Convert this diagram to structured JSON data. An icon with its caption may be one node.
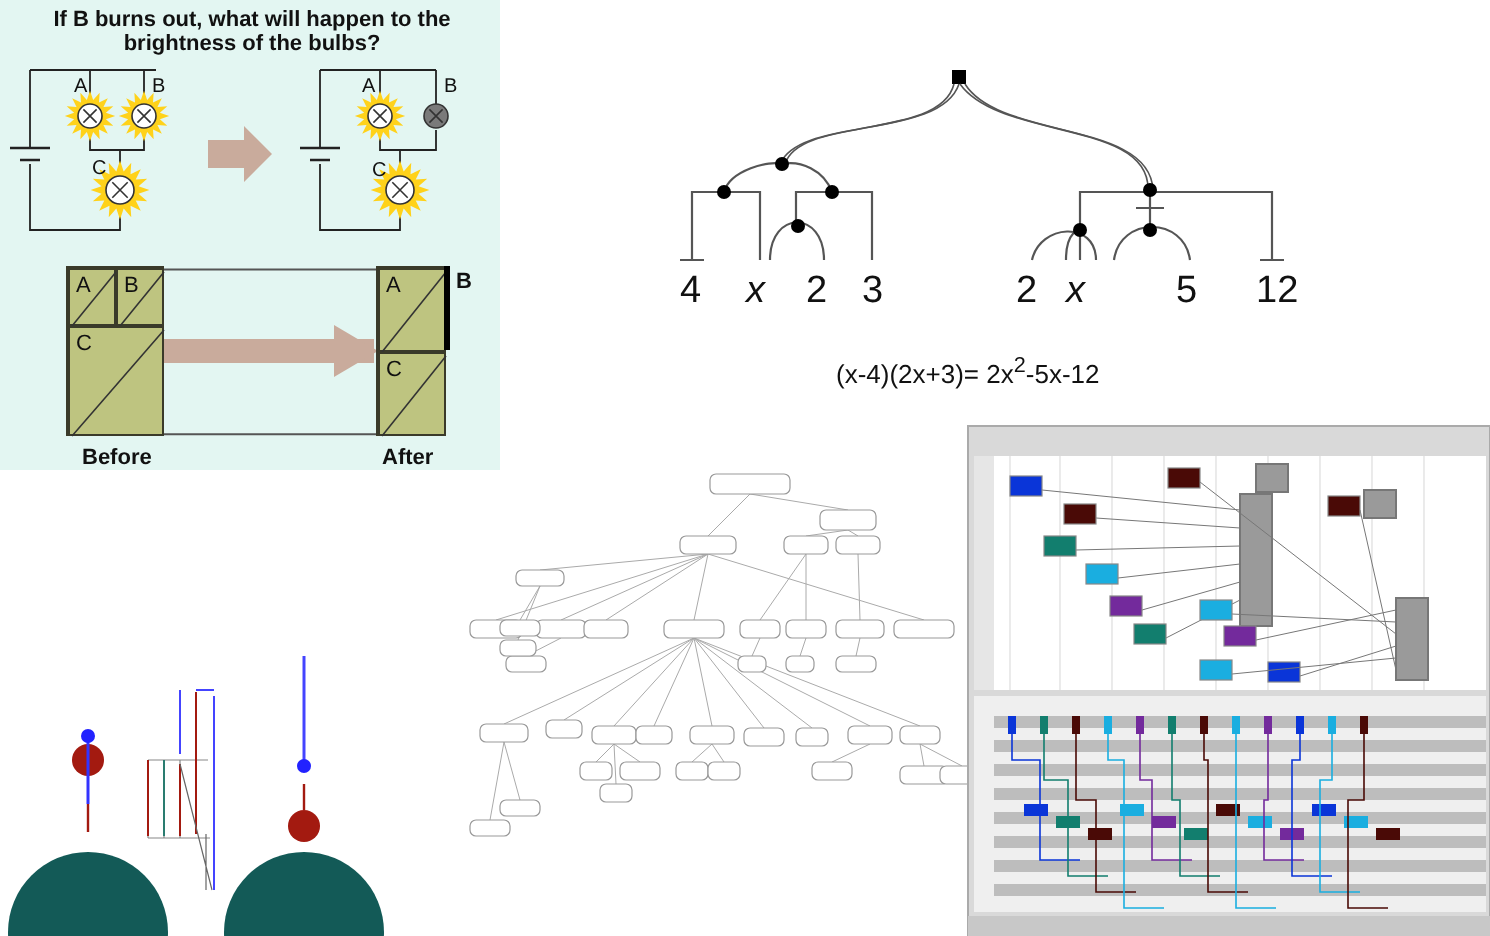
{
  "diagram": {
    "nodes": [
      {
        "text": [],
        "shape": "box",
        "beside": [
          "Before"
        ]
      },
      {
        "text": [
          "A"
        ],
        "in": 0
      },
      {
        "text": [
          "B"
        ],
        "in": 0
      },
      {
        "text": [
          "C"
        ],
        "in": 0
      },
      {
        "text": [],
        "shape": "box",
        "beside": [
          "After"
        ]
      },
      {
        "text": [
          "A"
        ],
        "in": 4
      },
      {
        "text": [
          "C"
        ],
        "in": 4
      },
      {
        "text": [],
        "shape": "bar",
        "beside": [
          "B"
        ]
      }
    ],
    "edges": [
      {
        "from": 0,
        "to": 4,
        "arrow": "to",
        "style": "thick",
        "color": "#c9ab9c"
      },
      {
        "from": 0,
        "to": 4,
        "arrow": "none"
      },
      {
        "from": 0,
        "to": 4,
        "arrow": "none"
      }
    ],
    "labels": [
      "If B burns out, what will happen to the brightness of the bulbs?",
      "A",
      "B",
      "C",
      "A",
      "B",
      "C",
      "4",
      "x",
      "2",
      "3",
      "2",
      "x",
      "5",
      "12",
      "(x-4)(2x+3)= 2x$^{2}$-5x-12"
    ]
  }
}
